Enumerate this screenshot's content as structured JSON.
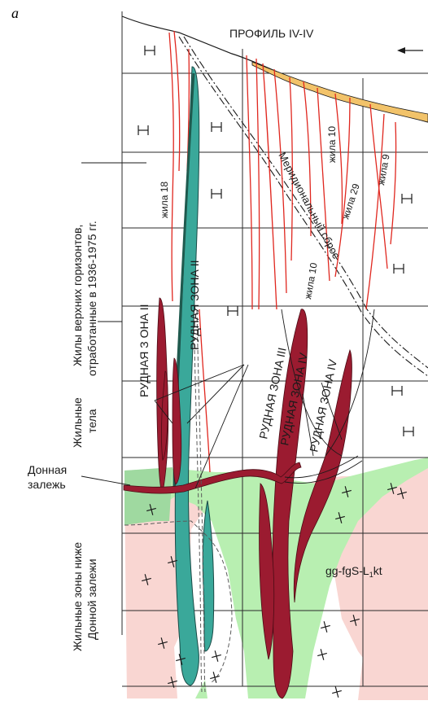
{
  "figure_letter": "а",
  "profile_title": "ПРОФИЛЬ IV-IV",
  "fault_label": "Меридиональный сброс",
  "veins": {
    "v18": "жила 18",
    "v10_upper": "жила 10",
    "v29": "жила 29",
    "v9": "жила 9",
    "v10_lower": "жила 10"
  },
  "ore_zones": {
    "zone2_a": "РУДНАЯ З ОНА II",
    "zone2_b": "РУДНАЯ ЗОНА II",
    "zone3": "РУДНАЯ ЗОНА III",
    "zone4_a": "РУДНАЯ ЗОНА IV",
    "zone4_b": "РУДНАЯ ЗОНА IV"
  },
  "left_labels": {
    "upper_line1": "Жилы верхних горизонтов,",
    "upper_line2": "отработанные в 1936-1975 гг.",
    "middle_line1": "Жильные",
    "middle_line2": "тела",
    "bottom_deposit_line1": "Донная",
    "bottom_deposit_line2": "залежь",
    "lower_line1": "Жильные зоны ниже",
    "lower_line2": "Донной залежи"
  },
  "granite_label": "gg-fgS-L",
  "granite_label_sub": "1",
  "granite_label_tail": "kt",
  "colors": {
    "granite_pink": "#f9d6d2",
    "greenstone": "#b8efb1",
    "greenstone_dark": "#9fd9a0",
    "ore_dark_red": "#9b1b30",
    "ore_teal": "#3aa89a",
    "vein_red": "#e0271f",
    "surface_cover": "#f2c36a",
    "grid": "#2a2a2a"
  }
}
